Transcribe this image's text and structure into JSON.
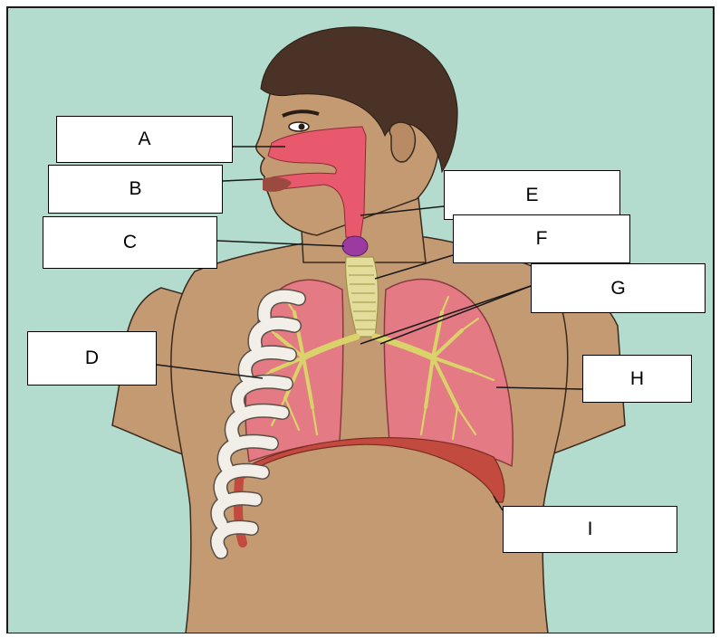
{
  "diagram": {
    "colors": {
      "background": "#b3dccf",
      "border": "#1a1a1a",
      "skin": "#c49a72",
      "skin_outline": "#3a2a1e",
      "hair": "#4a3326",
      "nasal_cavity": "#e8596e",
      "larynx": "#9b3aa0",
      "trachea": "#e3dc9a",
      "lung": "#e47b84",
      "bronchi": "#d9d36a",
      "rib": "#f2efe8",
      "diaphragm": "#c24a3e"
    },
    "labels": [
      {
        "id": "A",
        "text": "A"
      },
      {
        "id": "B",
        "text": "B"
      },
      {
        "id": "C",
        "text": "C"
      },
      {
        "id": "D",
        "text": "D"
      },
      {
        "id": "E",
        "text": "E"
      },
      {
        "id": "F",
        "text": "F"
      },
      {
        "id": "G",
        "text": "G"
      },
      {
        "id": "H",
        "text": "H"
      },
      {
        "id": "I",
        "text": "I"
      }
    ]
  }
}
